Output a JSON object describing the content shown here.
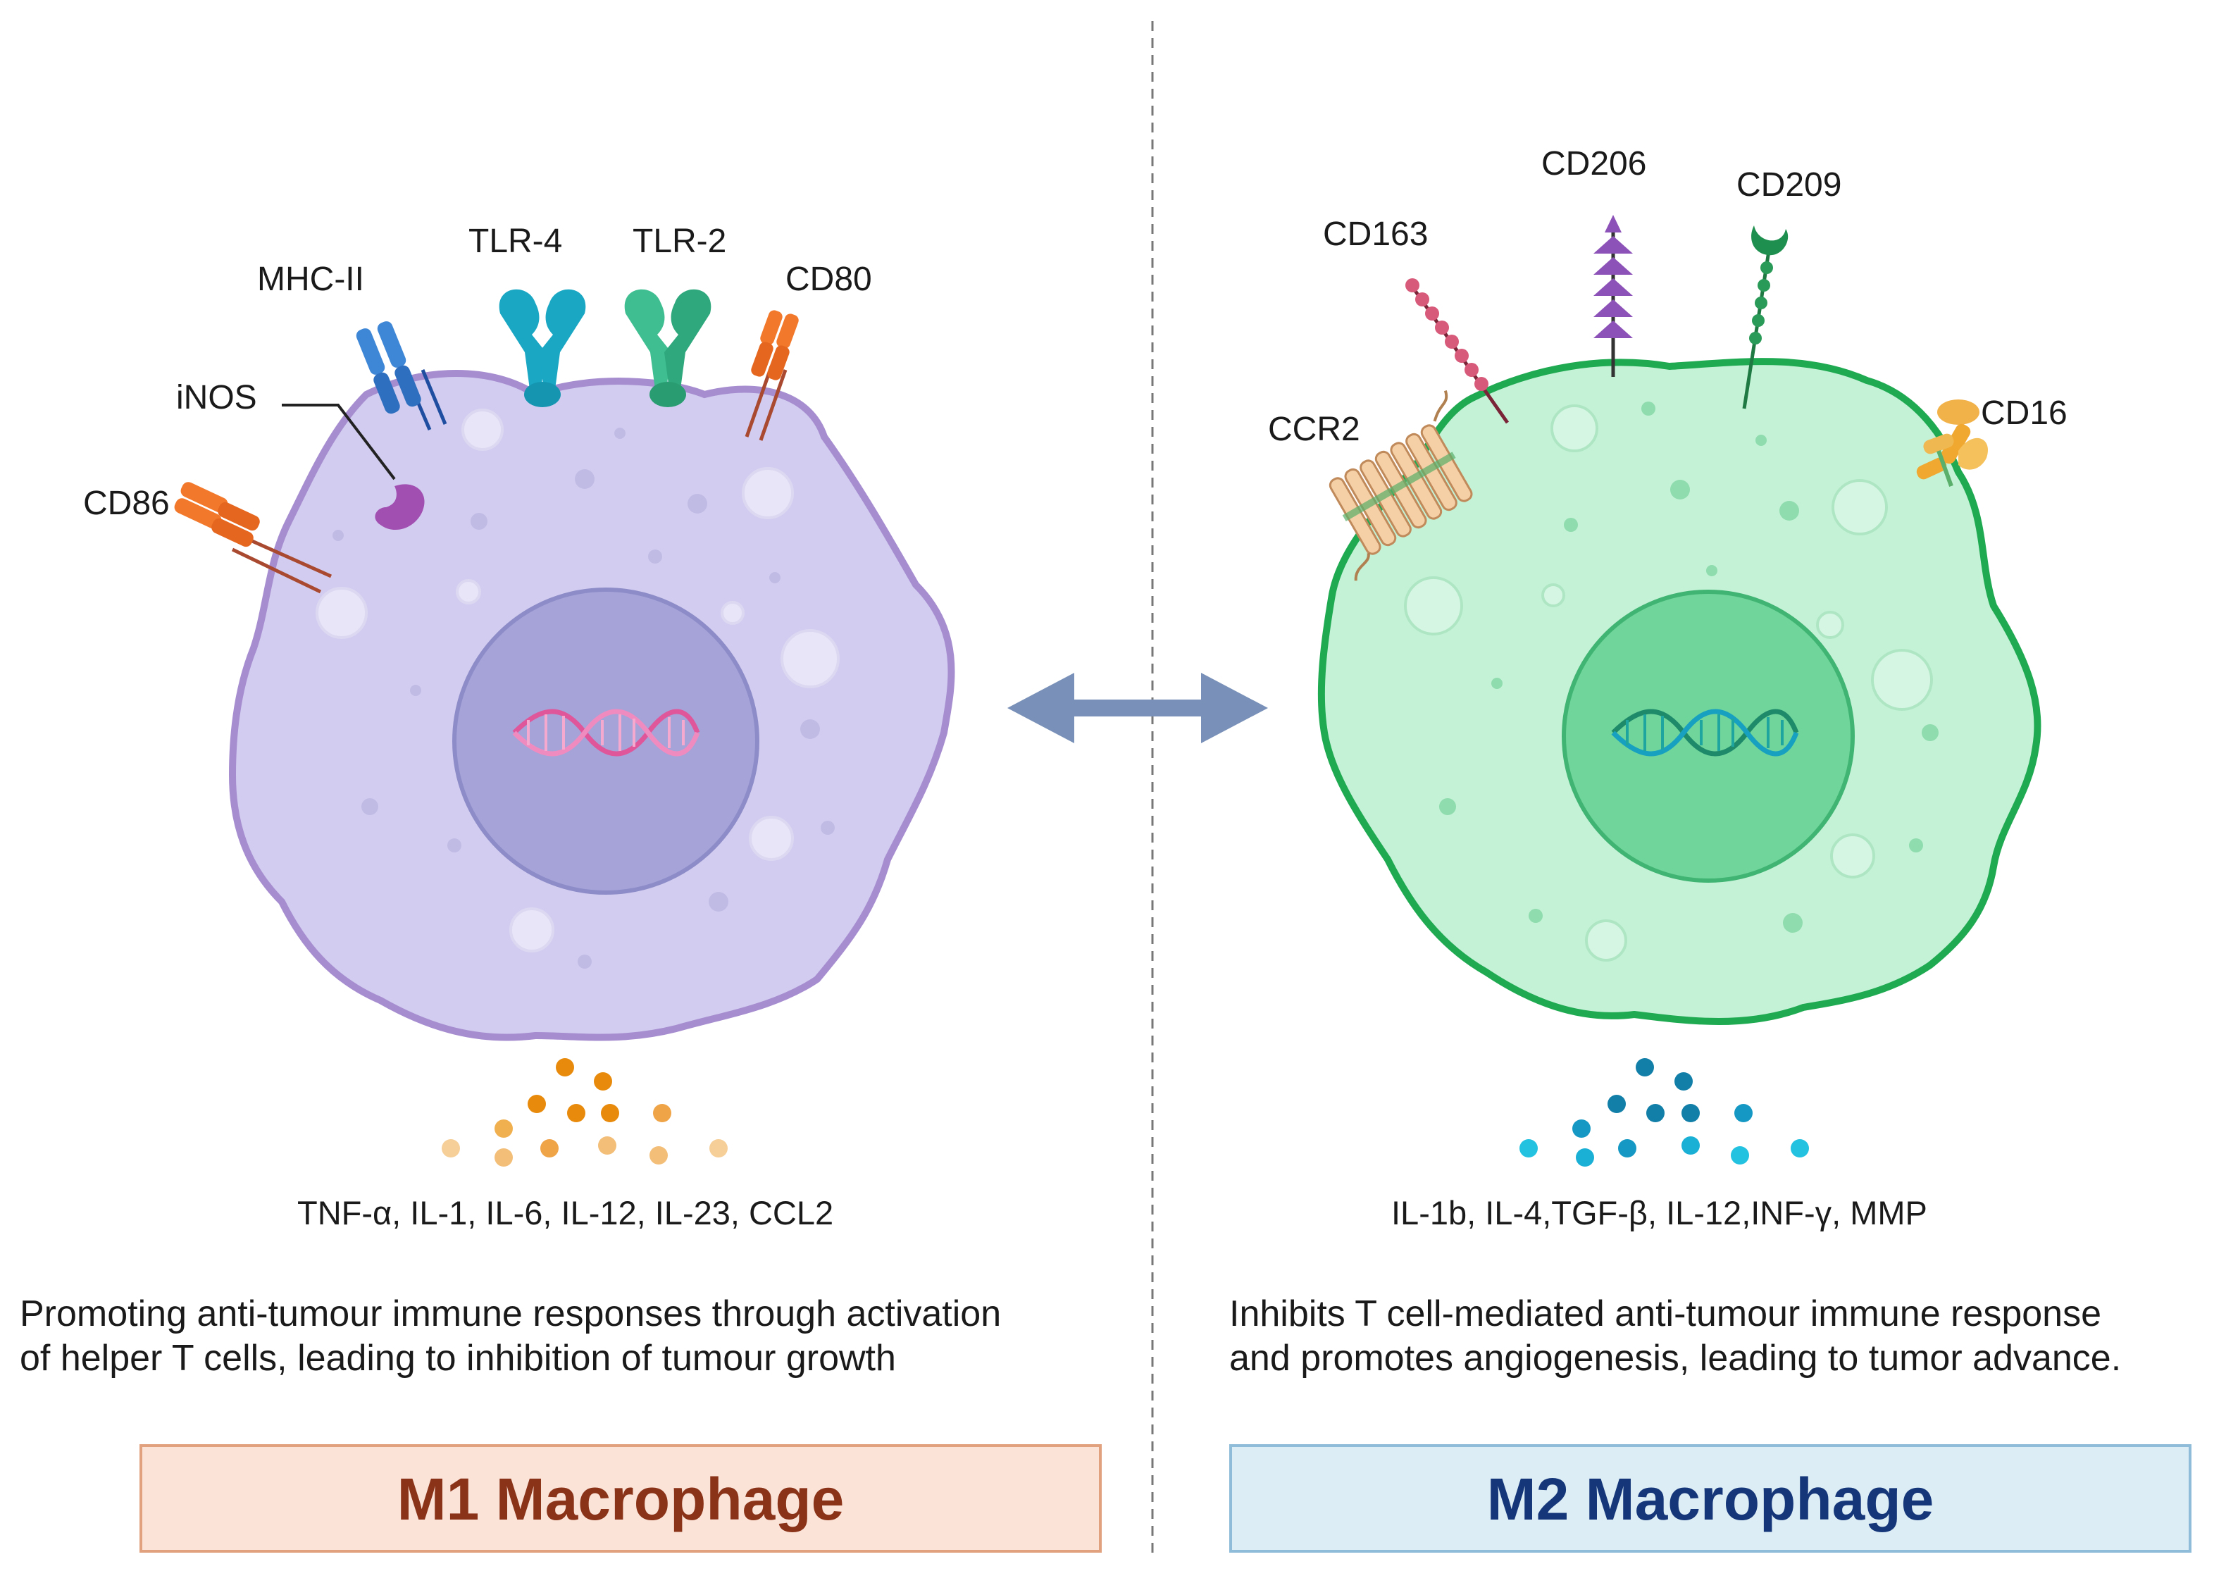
{
  "m1": {
    "labels": {
      "mhc2": "MHC-II",
      "tlr4": "TLR-4",
      "tlr2": "TLR-2",
      "cd80": "CD80",
      "inos": "iNOS",
      "cd86": "CD86"
    },
    "cytokines": "TNF-α, IL-1, IL-6, IL-12, IL-23,  CCL2",
    "description": [
      "Promoting anti-tumour immune responses through activation",
      "of helper T cells, leading to inhibition of tumour growth"
    ],
    "title": "M1 Macrophage"
  },
  "m2": {
    "labels": {
      "cd206": "CD206",
      "cd209": "CD209",
      "cd163": "CD163",
      "ccr2": "CCR2",
      "cd16": "CD16"
    },
    "cytokines": "IL-1b, IL-4,TGF-β, IL-12,INF-γ,   MMP",
    "description": [
      "Inhibits T cell-mediated anti-tumour immune response",
      "and promotes angiogenesis, leading to tumor advance."
    ],
    "title": "M2 Macrophage"
  },
  "colors": {
    "m1_cell_fill": "#d2cdf0",
    "m1_cell_stroke": "#a68dd0",
    "m1_nucleus": "#a5a3d8",
    "m1_title": "#8a3318",
    "m1_box_fill": "#fbe3d8",
    "m1_box_stroke": "#e2a17e",
    "m2_cell_fill": "#c4f2d6",
    "m2_cell_stroke": "#1faa52",
    "m2_nucleus": "#6fd59a",
    "m2_title": "#15377a",
    "m2_box_fill": "#dcedf5",
    "m2_box_stroke": "#8fbdd9",
    "arrow": "#7991b8"
  }
}
